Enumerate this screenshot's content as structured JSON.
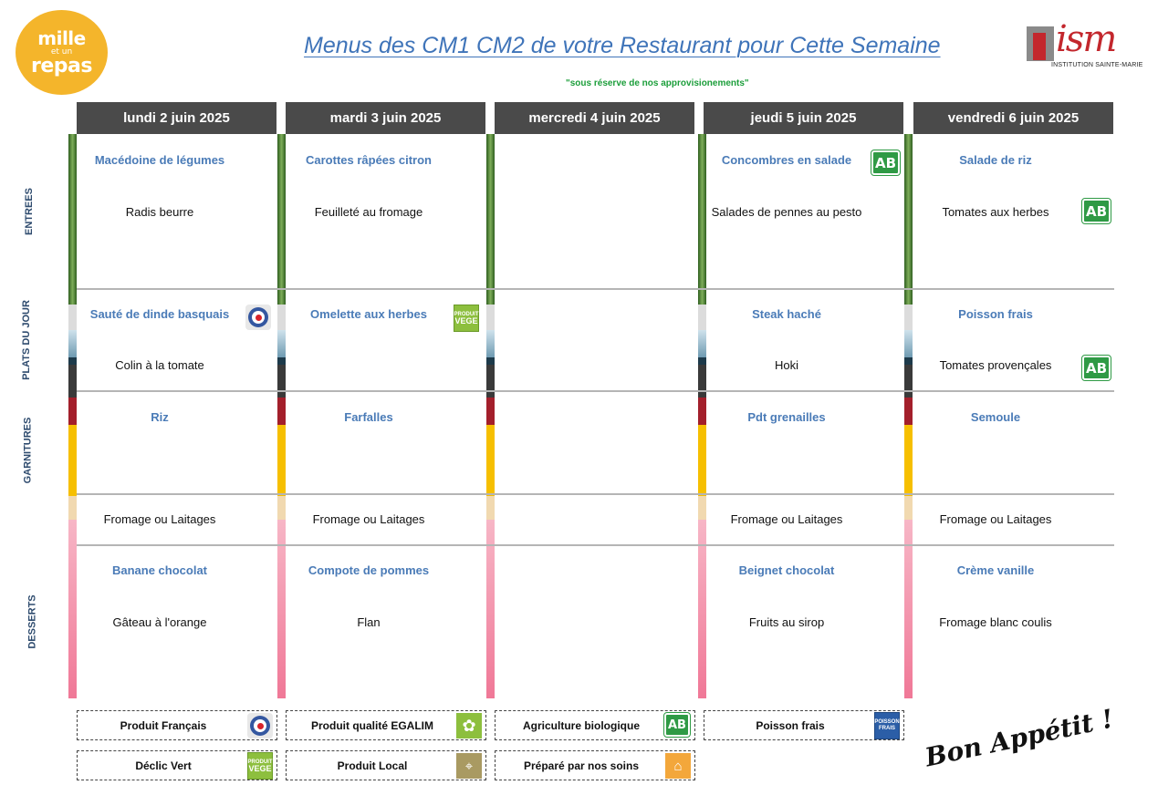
{
  "logo": {
    "line1": "mille",
    "line2": "et un",
    "line3": "repas"
  },
  "title": "Menus des CM1 CM2 de votre Restaurant pour Cette Semaine",
  "subtitle": "\"sous réserve de nos approvisionements\"",
  "institution_logo": {
    "mark": "ism",
    "caption": "INSTITUTION SAINTE-MARIE"
  },
  "row_labels": [
    "ENTREES",
    "PLATS DU JOUR",
    "GARNITURES",
    "DESSERTS"
  ],
  "days": [
    {
      "header": "lundi 2 juin 2025",
      "entree1": "Macédoine de légumes",
      "entree2": "Radis beurre",
      "plat1": "Sauté de dinde basquais",
      "plat2": "Colin à la tomate",
      "garniture": "Riz",
      "laitage": "Fromage ou Laitages",
      "dessert1": "Banane chocolat",
      "dessert2": "Gâteau à l'orange"
    },
    {
      "header": "mardi 3 juin 2025",
      "entree1": "Carottes râpées citron",
      "entree2": "Feuilleté au fromage",
      "plat1": "Omelette aux herbes",
      "plat2": "",
      "garniture": "Farfalles",
      "laitage": "Fromage ou Laitages",
      "dessert1": "Compote de pommes",
      "dessert2": "Flan"
    },
    {
      "header": "mercredi 4 juin 2025",
      "entree1": "",
      "entree2": "",
      "plat1": "",
      "plat2": "",
      "garniture": "",
      "laitage": "",
      "dessert1": "",
      "dessert2": ""
    },
    {
      "header": "jeudi 5 juin 2025",
      "entree1": "Concombres en salade",
      "entree2": "Salades de pennes au pesto",
      "plat1": "Steak haché",
      "plat2": "Hoki",
      "garniture": "Pdt grenailles",
      "laitage": "Fromage ou Laitages",
      "dessert1": "Beignet chocolat",
      "dessert2": "Fruits au sirop"
    },
    {
      "header": "vendredi 6 juin 2025",
      "entree1": "Salade de riz",
      "entree2": "Tomates aux herbes",
      "plat1": "Poisson frais",
      "plat2": "Tomates provençales",
      "garniture": "Semoule",
      "laitage": "Fromage ou Laitages",
      "dessert1": "Crème vanille",
      "dessert2": "Fromage blanc coulis"
    }
  ],
  "badges": {
    "ab": "AB",
    "vege_small": "PRODUIT",
    "vege_big": "VEGE",
    "poisson_l1": "POISSON",
    "poisson_l2": "FRAIS"
  },
  "legend": {
    "francais": "Produit Français",
    "egalim": "Produit qualité EGALIM",
    "bio": "Agriculture biologique",
    "poisson": "Poisson frais",
    "declic": "Déclic Vert",
    "local": "Produit Local",
    "prepare": "Préparé par nos soins"
  },
  "closing": "Bon Appétit !",
  "colors": {
    "header_bg": "#4a4a4a",
    "title": "#3f74b9",
    "dish_blue": "#4a7bb7",
    "subtitle_green": "#1b9e3a",
    "bio_green": "#2f9a45",
    "logo_yellow": "#f4b52b"
  }
}
